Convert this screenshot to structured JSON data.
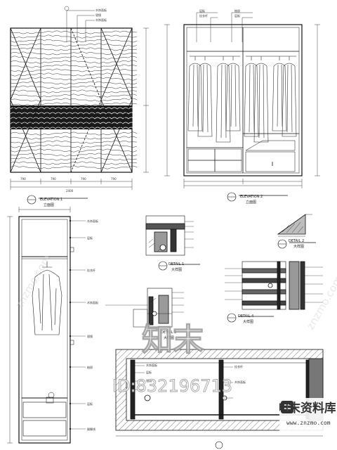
{
  "drawing": {
    "elevation1": {
      "title": "ELEVATION 1",
      "subtitle": "立面图",
      "dims": [
        "790",
        "790",
        "790",
        "790",
        "2400"
      ],
      "notes": [
        "木饰面板",
        "银镜",
        "木饰面板"
      ]
    },
    "elevation2": {
      "title": "ELEVATION 2",
      "subtitle": "立面图",
      "notes": [
        "层板",
        "挂衣杆",
        "抽屉",
        "层板"
      ]
    },
    "section": {
      "title": "SECTION A",
      "notes": [
        "木饰面板",
        "层板",
        "挂衣杆",
        "木饰面板",
        "银镜",
        "抽屉",
        "层板",
        "踢脚线"
      ]
    },
    "details": [
      {
        "title": "DETAIL 1",
        "subtitle": "大样图"
      },
      {
        "title": "DETAIL 2",
        "subtitle": "大样图"
      },
      {
        "title": "DETAIL 3",
        "subtitle": "大样图"
      },
      {
        "title": "DETAIL 4",
        "subtitle": "大样图"
      }
    ],
    "plan": {
      "notes": [
        "木饰面板",
        "层板",
        "银镜",
        "挂衣杆",
        "木饰面板"
      ]
    }
  },
  "watermark": {
    "main": "知末",
    "id": "ID:832196713",
    "faint": "znzmo.com"
  },
  "brand": {
    "name": "知末资料库",
    "url": "www.znzmo.com"
  }
}
